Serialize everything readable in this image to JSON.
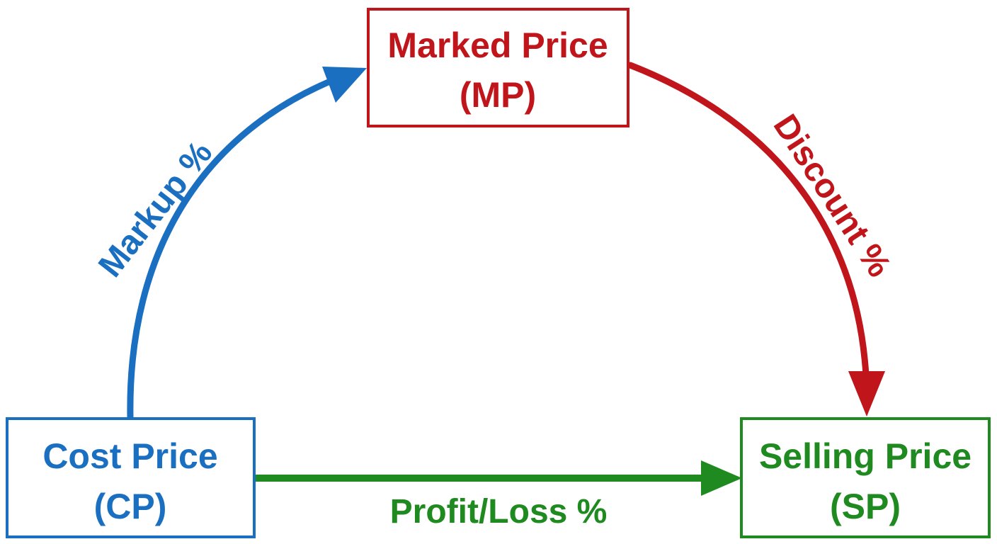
{
  "nodes": {
    "marked_price": {
      "line1": "Marked Price",
      "line2": "(MP)"
    },
    "cost_price": {
      "line1": "Cost Price",
      "line2": "(CP)"
    },
    "selling_price": {
      "line1": "Selling Price",
      "line2": "(SP)"
    }
  },
  "edges": {
    "markup": {
      "label": "Markup %"
    },
    "discount": {
      "label": "Discount %"
    },
    "profit_loss": {
      "label": "Profit/Loss %"
    }
  },
  "colors": {
    "blue": "#1a6fc0",
    "red": "#c0151b",
    "green": "#1f8a1f"
  }
}
